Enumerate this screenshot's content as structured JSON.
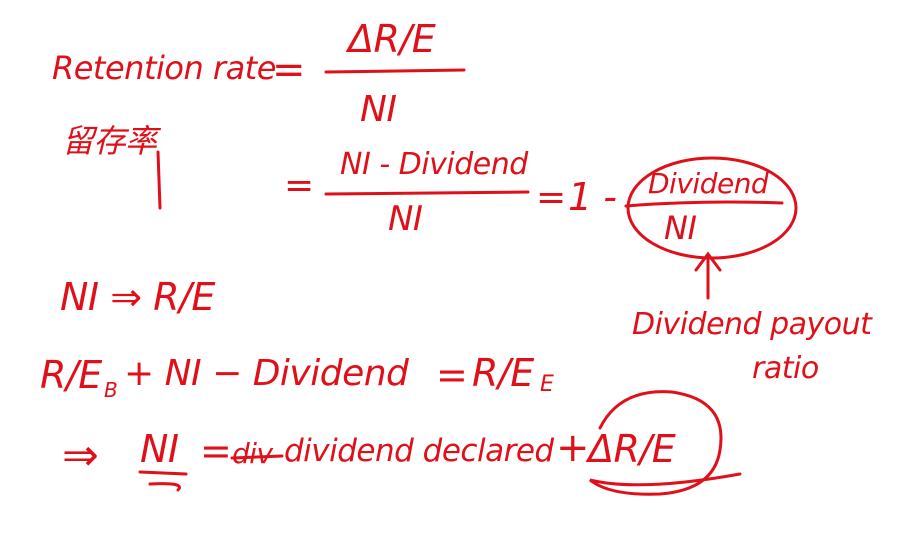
{
  "ink_color": "#e0101a",
  "background_color": "#ffffff",
  "lines": {
    "l1_label": "Retention rate",
    "l1_eq": "=",
    "l1_num": "ΔR/E",
    "l1_den": "NI",
    "l2_chinese": "留存率",
    "l2_eq": "=",
    "l2_num": "NI - Dividend",
    "l2_den": "NI",
    "l2_eq2": "=",
    "l2_one_minus": "1 -",
    "l2_num2": "Dividend",
    "l2_den2": "NI",
    "payout_label_1": "Dividend payout",
    "payout_label_2": "ratio",
    "l3_text": "NI ⇒ R/E",
    "l4_left": "R/E",
    "l4_sub_b": "B",
    "l4_mid": "+ NI − Dividend",
    "l4_eq": "=",
    "l4_right": "R/E",
    "l4_sub_e": "E",
    "l5_arrow": "⇒",
    "l5_ni": "NI",
    "l5_eq": "=",
    "l5_struck": "div",
    "l5_text": "dividend declared",
    "l5_plus": "+",
    "l5_dre": "ΔR/E"
  }
}
